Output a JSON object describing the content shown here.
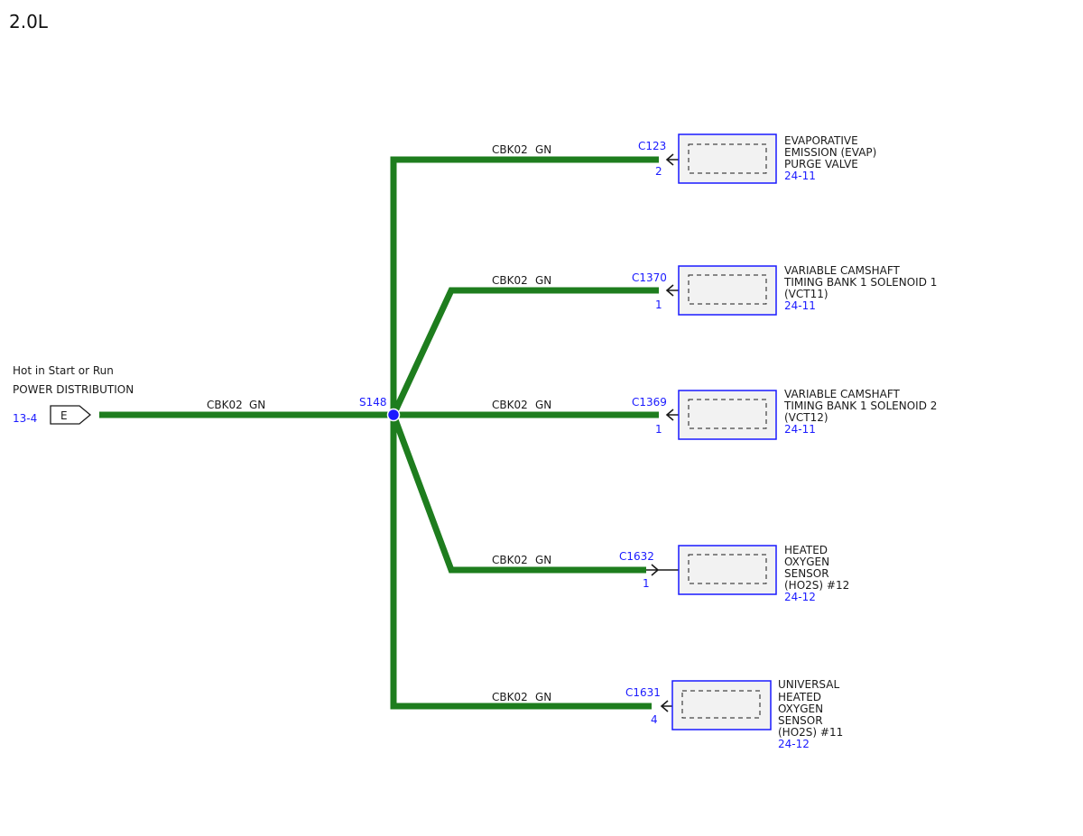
{
  "title": "2.0L",
  "power": {
    "line1": "Hot in Start or Run",
    "line2": "POWER DISTRIBUTION",
    "ref": "13-4",
    "connector": "E",
    "wire_code": "CBK02",
    "wire_color": "GN"
  },
  "splice": {
    "label": "S148"
  },
  "colors": {
    "wire": "#1e7d1e",
    "ref": "#1a1aff",
    "splice": "#1a1aff"
  },
  "branches": [
    {
      "wire_code": "CBK02",
      "wire_color": "GN",
      "connector": "C123",
      "pin": "2",
      "component": [
        "EVAPORATIVE",
        "EMISSION (EVAP)",
        "PURGE VALVE"
      ],
      "ref": "24-11"
    },
    {
      "wire_code": "CBK02",
      "wire_color": "GN",
      "connector": "C1370",
      "pin": "1",
      "component": [
        "VARIABLE CAMSHAFT",
        "TIMING BANK 1 SOLENOID 1",
        "(VCT11)"
      ],
      "ref": "24-11"
    },
    {
      "wire_code": "CBK02",
      "wire_color": "GN",
      "connector": "C1369",
      "pin": "1",
      "component": [
        "VARIABLE CAMSHAFT",
        "TIMING BANK 1 SOLENOID 2",
        "(VCT12)"
      ],
      "ref": "24-11"
    },
    {
      "wire_code": "CBK02",
      "wire_color": "GN",
      "connector": "C1632",
      "pin": "1",
      "component": [
        "HEATED",
        "OXYGEN",
        "SENSOR",
        "(HO2S) #12"
      ],
      "ref": "24-12"
    },
    {
      "wire_code": "CBK02",
      "wire_color": "GN",
      "connector": "C1631",
      "pin": "4",
      "component": [
        "UNIVERSAL",
        "HEATED",
        "OXYGEN",
        "SENSOR",
        "(HO2S) #11"
      ],
      "ref": "24-12"
    }
  ]
}
